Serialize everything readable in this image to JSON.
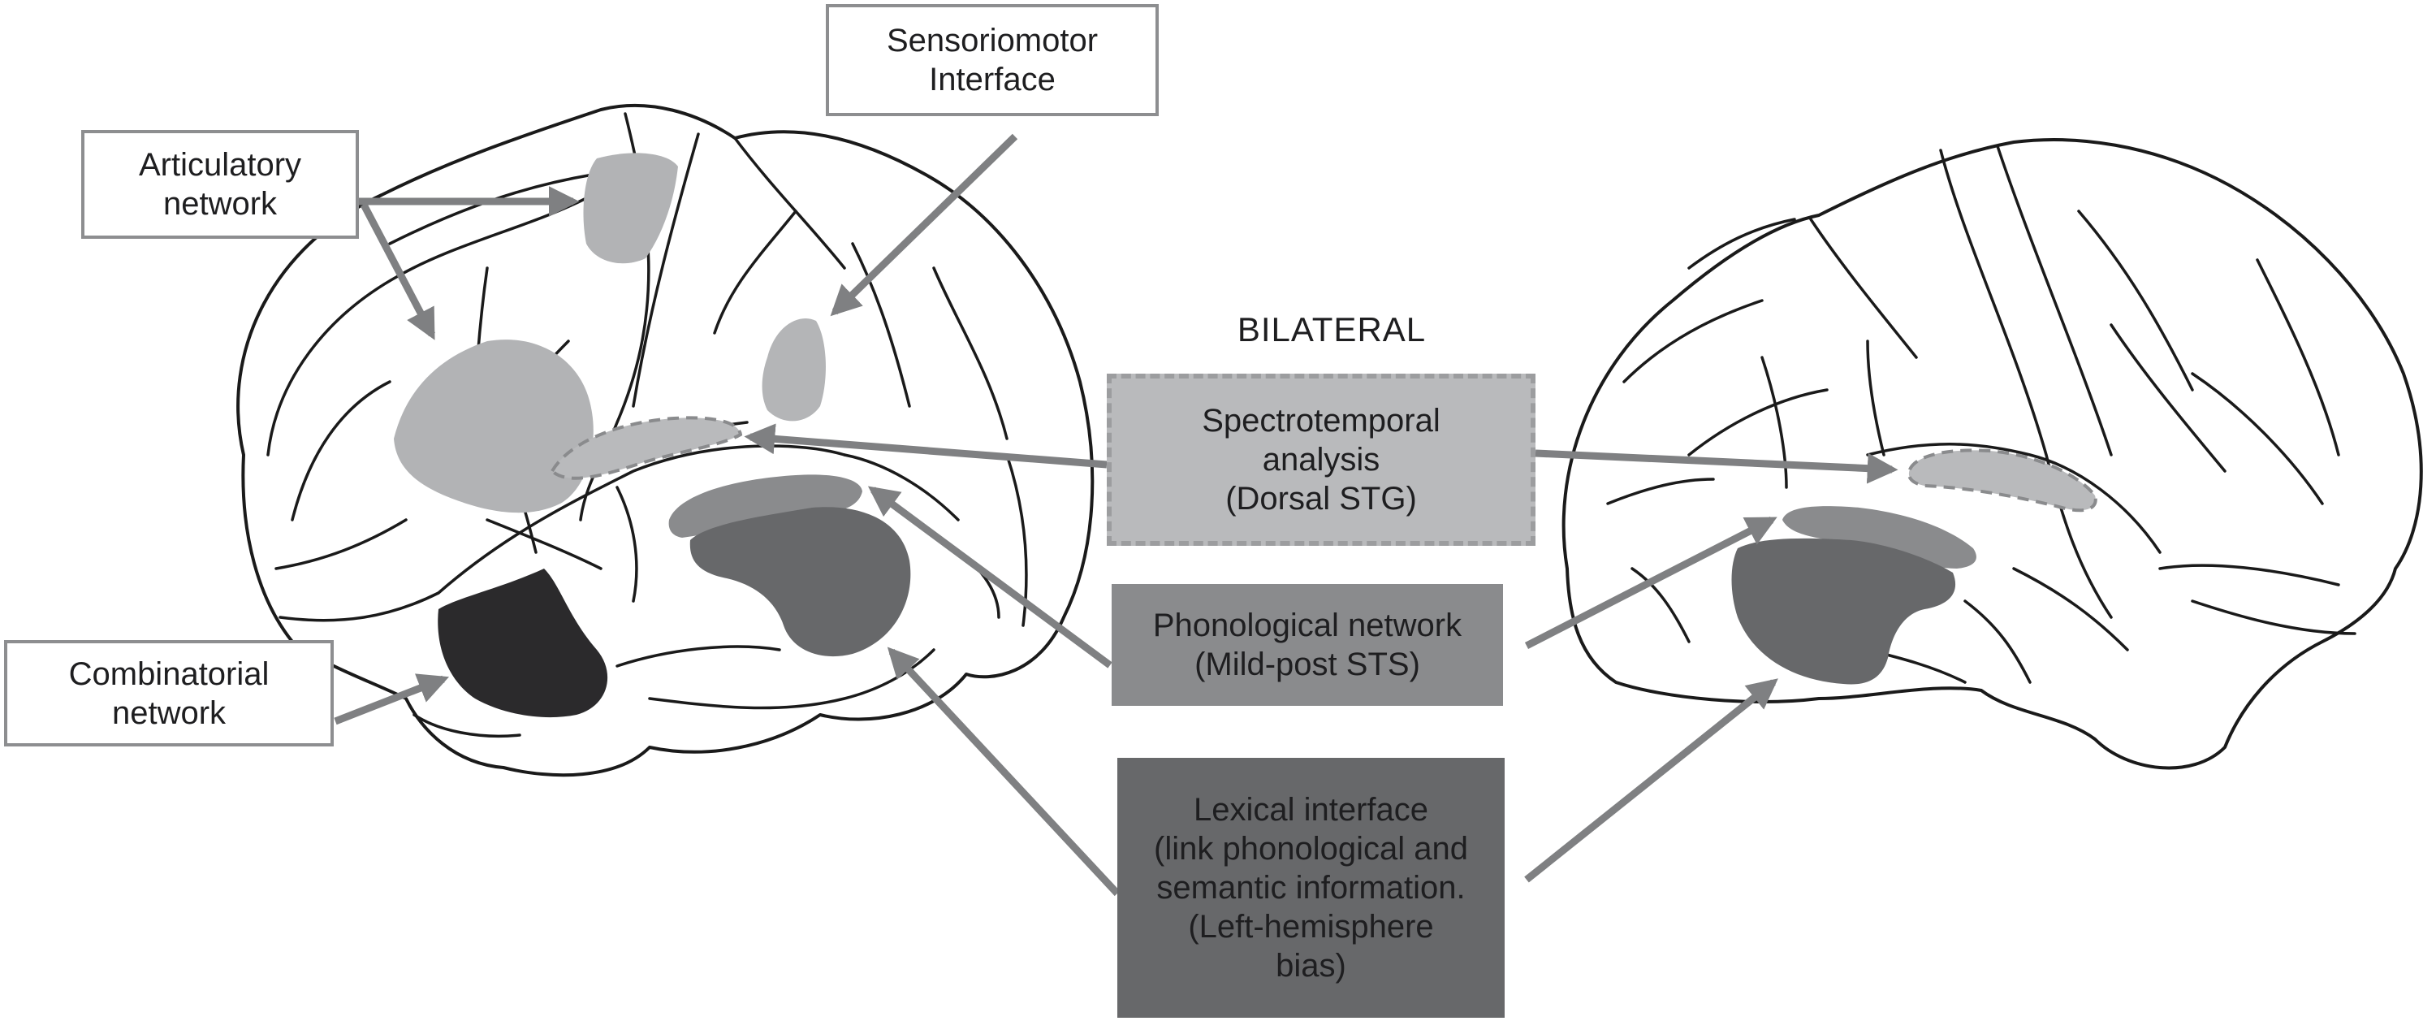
{
  "figure": {
    "heading": "BILATERAL",
    "labels": {
      "articulatory": "Articulatory\nnetwork",
      "sensorimotor": "Sensoriomotor\nInterface",
      "combinatorial": "Combinatorial\nnetwork",
      "spectrotemporal": "Spectrotemporal\nanalysis\n(Dorsal STG)",
      "phonological": "Phonological network\n(Mild-post STS)",
      "lexical": "Lexical interface\n(link phonological and\nsemantic information.\n(Left-hemisphere\nbias)"
    },
    "hemispheres": [
      "left-hemisphere",
      "right-hemisphere"
    ],
    "colors": {
      "arrow": "#7f8082",
      "articulatory_region": "#b2b3b5",
      "sensorimotor_region": "#b4b5b7",
      "spectrotemporal_region": "#b9babc",
      "spectrotemporal_dash": "#8a8b8d",
      "phonological_region": "#8a8b8d",
      "lexical_region": "#67686a",
      "combinatorial_region": "#2b2a2c",
      "brain_outline": "#1a1a1a",
      "spectrotemporal_box": "#b9babc",
      "phonological_box": "#8a8b8d",
      "lexical_box": "#67686a"
    }
  }
}
